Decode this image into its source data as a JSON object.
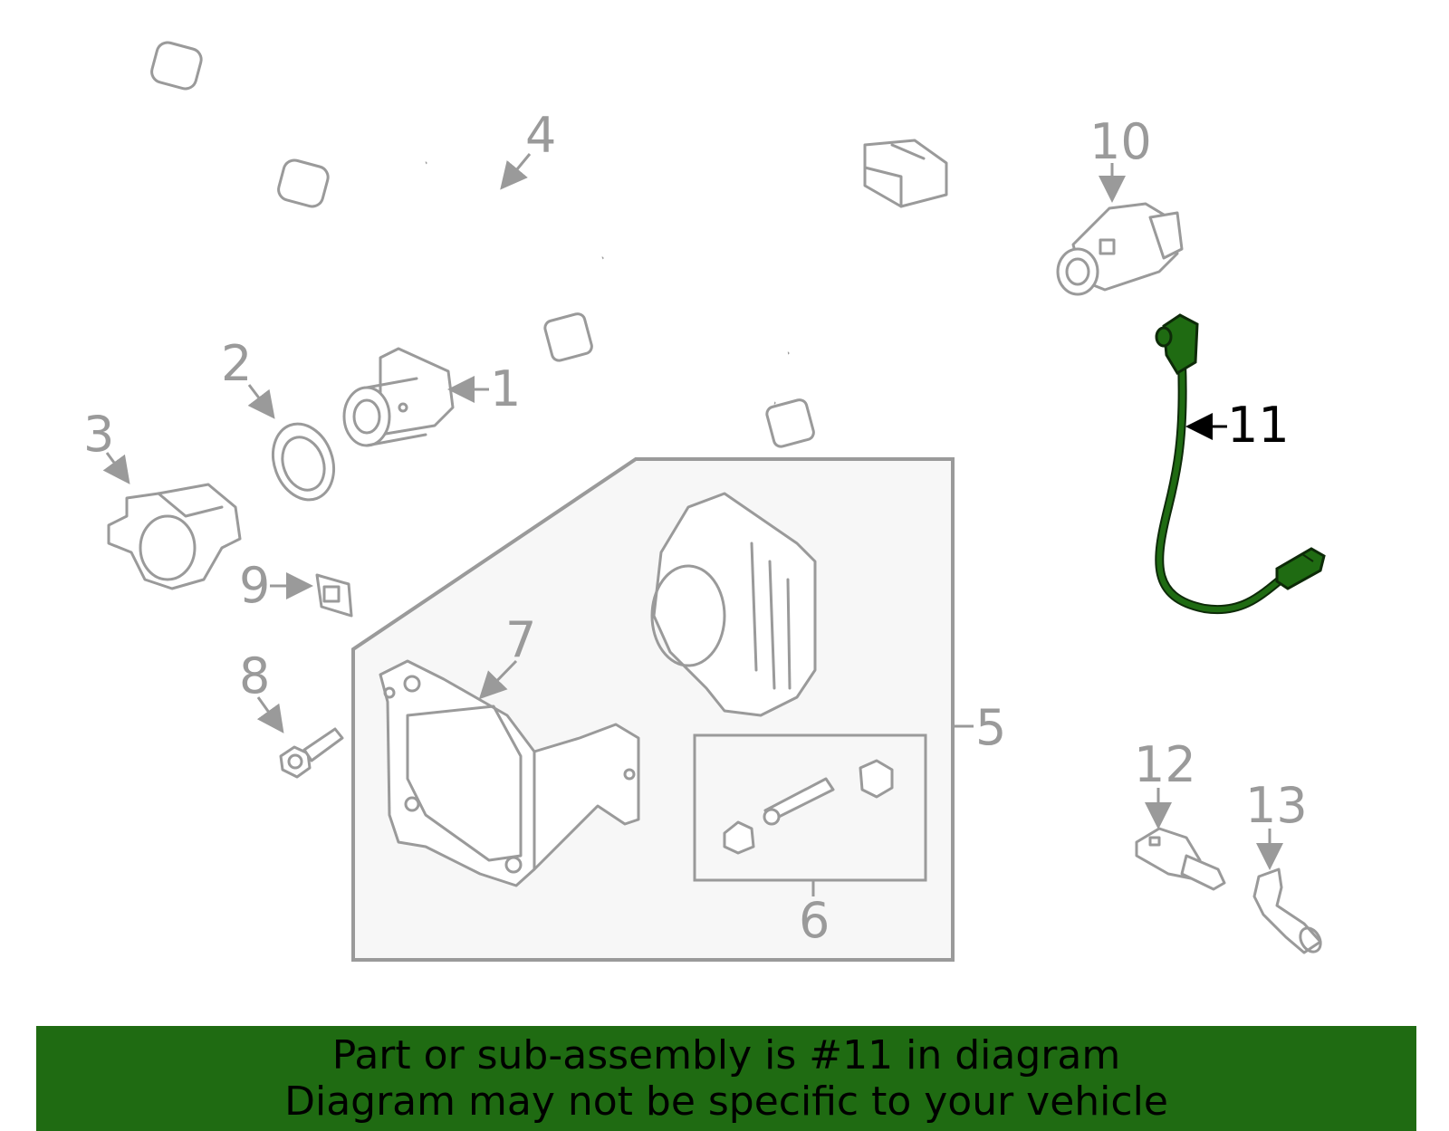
{
  "colors": {
    "highlight": "#1f6b12",
    "highlight_outline": "#0d2a08",
    "part_stroke": "#9a9a9a",
    "banner_bg": "#1f6b12",
    "group_fill": "#f7f7f7"
  },
  "callouts": {
    "c1": "1",
    "c2": "2",
    "c3": "3",
    "c4": "4",
    "c5": "5",
    "c6": "6",
    "c7": "7",
    "c8": "8",
    "c9": "9",
    "c10": "10",
    "c11": "11",
    "c12": "12",
    "c13": "13"
  },
  "highlighted_part": "11",
  "banner": {
    "line1": "Part or sub-assembly is #11 in diagram",
    "line2": "Diagram may not be specific to your vehicle"
  }
}
